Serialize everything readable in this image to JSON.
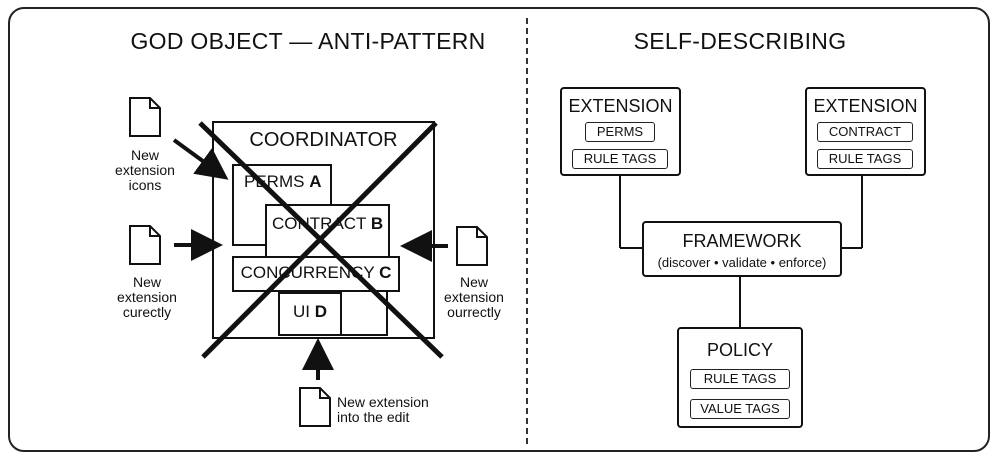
{
  "left": {
    "title": "GOD OBJECT — ANTI-PATTERN",
    "coordinator": "COORDINATOR",
    "perms": {
      "text": "PERMS",
      "letter": "A"
    },
    "contract": {
      "text": "CONTRACT",
      "letter": "B"
    },
    "concurrency": {
      "text": "CONCURRENCY",
      "letter": "C"
    },
    "ui": {
      "text": "UI",
      "letter": "D"
    },
    "doc_top_left": [
      "New",
      "extension",
      "icons"
    ],
    "doc_mid_left": [
      "New",
      "extension",
      "curectly"
    ],
    "doc_right": [
      "New",
      "extension",
      "ourrectly"
    ],
    "doc_bottom": [
      "New extension",
      "into the edit"
    ]
  },
  "right": {
    "title": "SELF-DESCRIBING",
    "ext_left": {
      "title": "EXTENSION",
      "item1": "PERMS",
      "item2": "RULE TAGS"
    },
    "ext_right": {
      "title": "EXTENSION",
      "item1": "CONTRACT",
      "item2": "RULE TAGS"
    },
    "framework": {
      "title": "FRAMEWORK",
      "subtitle": "(discover • validate • enforce)"
    },
    "policy": {
      "title": "POLICY",
      "item1": "RULE TAGS",
      "item2": "VALUE TAGS"
    }
  }
}
